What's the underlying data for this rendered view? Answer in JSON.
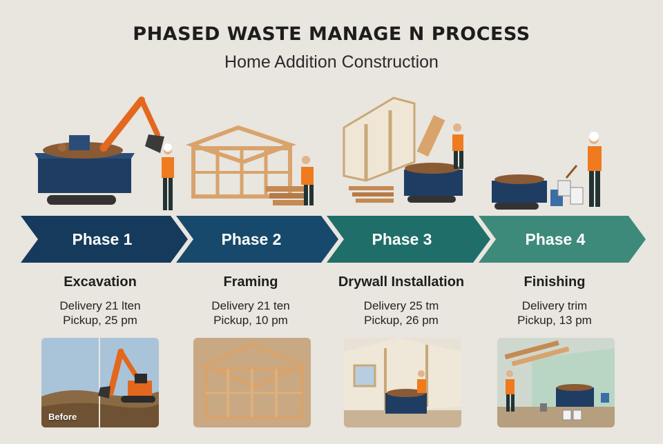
{
  "title": "PHASED WASTE MANAGE N PROCESS",
  "subtitle": "Home Addition Construction",
  "phases": [
    {
      "label": "Phase 1",
      "name": "Excavation",
      "delivery": "Delivery 21 lten",
      "pickup": "Pickup, 25 pm",
      "color": "#153a5c"
    },
    {
      "label": "Phase 2",
      "name": "Framing",
      "delivery": "Delivery 21 ten",
      "pickup": "Pickup, 10 pm",
      "color": "#16496b"
    },
    {
      "label": "Phase 3",
      "name": "Drywall Installation",
      "delivery": "Delivery 25 tm",
      "pickup": "Pickup, 26 pm",
      "color": "#1f6e69"
    },
    {
      "label": "Phase 4",
      "name": "Finishing",
      "delivery": "Delivery trim",
      "pickup": "Pickup, 13 pm",
      "color": "#3e8a7a"
    }
  ],
  "photos": {
    "before_label": "Before"
  }
}
